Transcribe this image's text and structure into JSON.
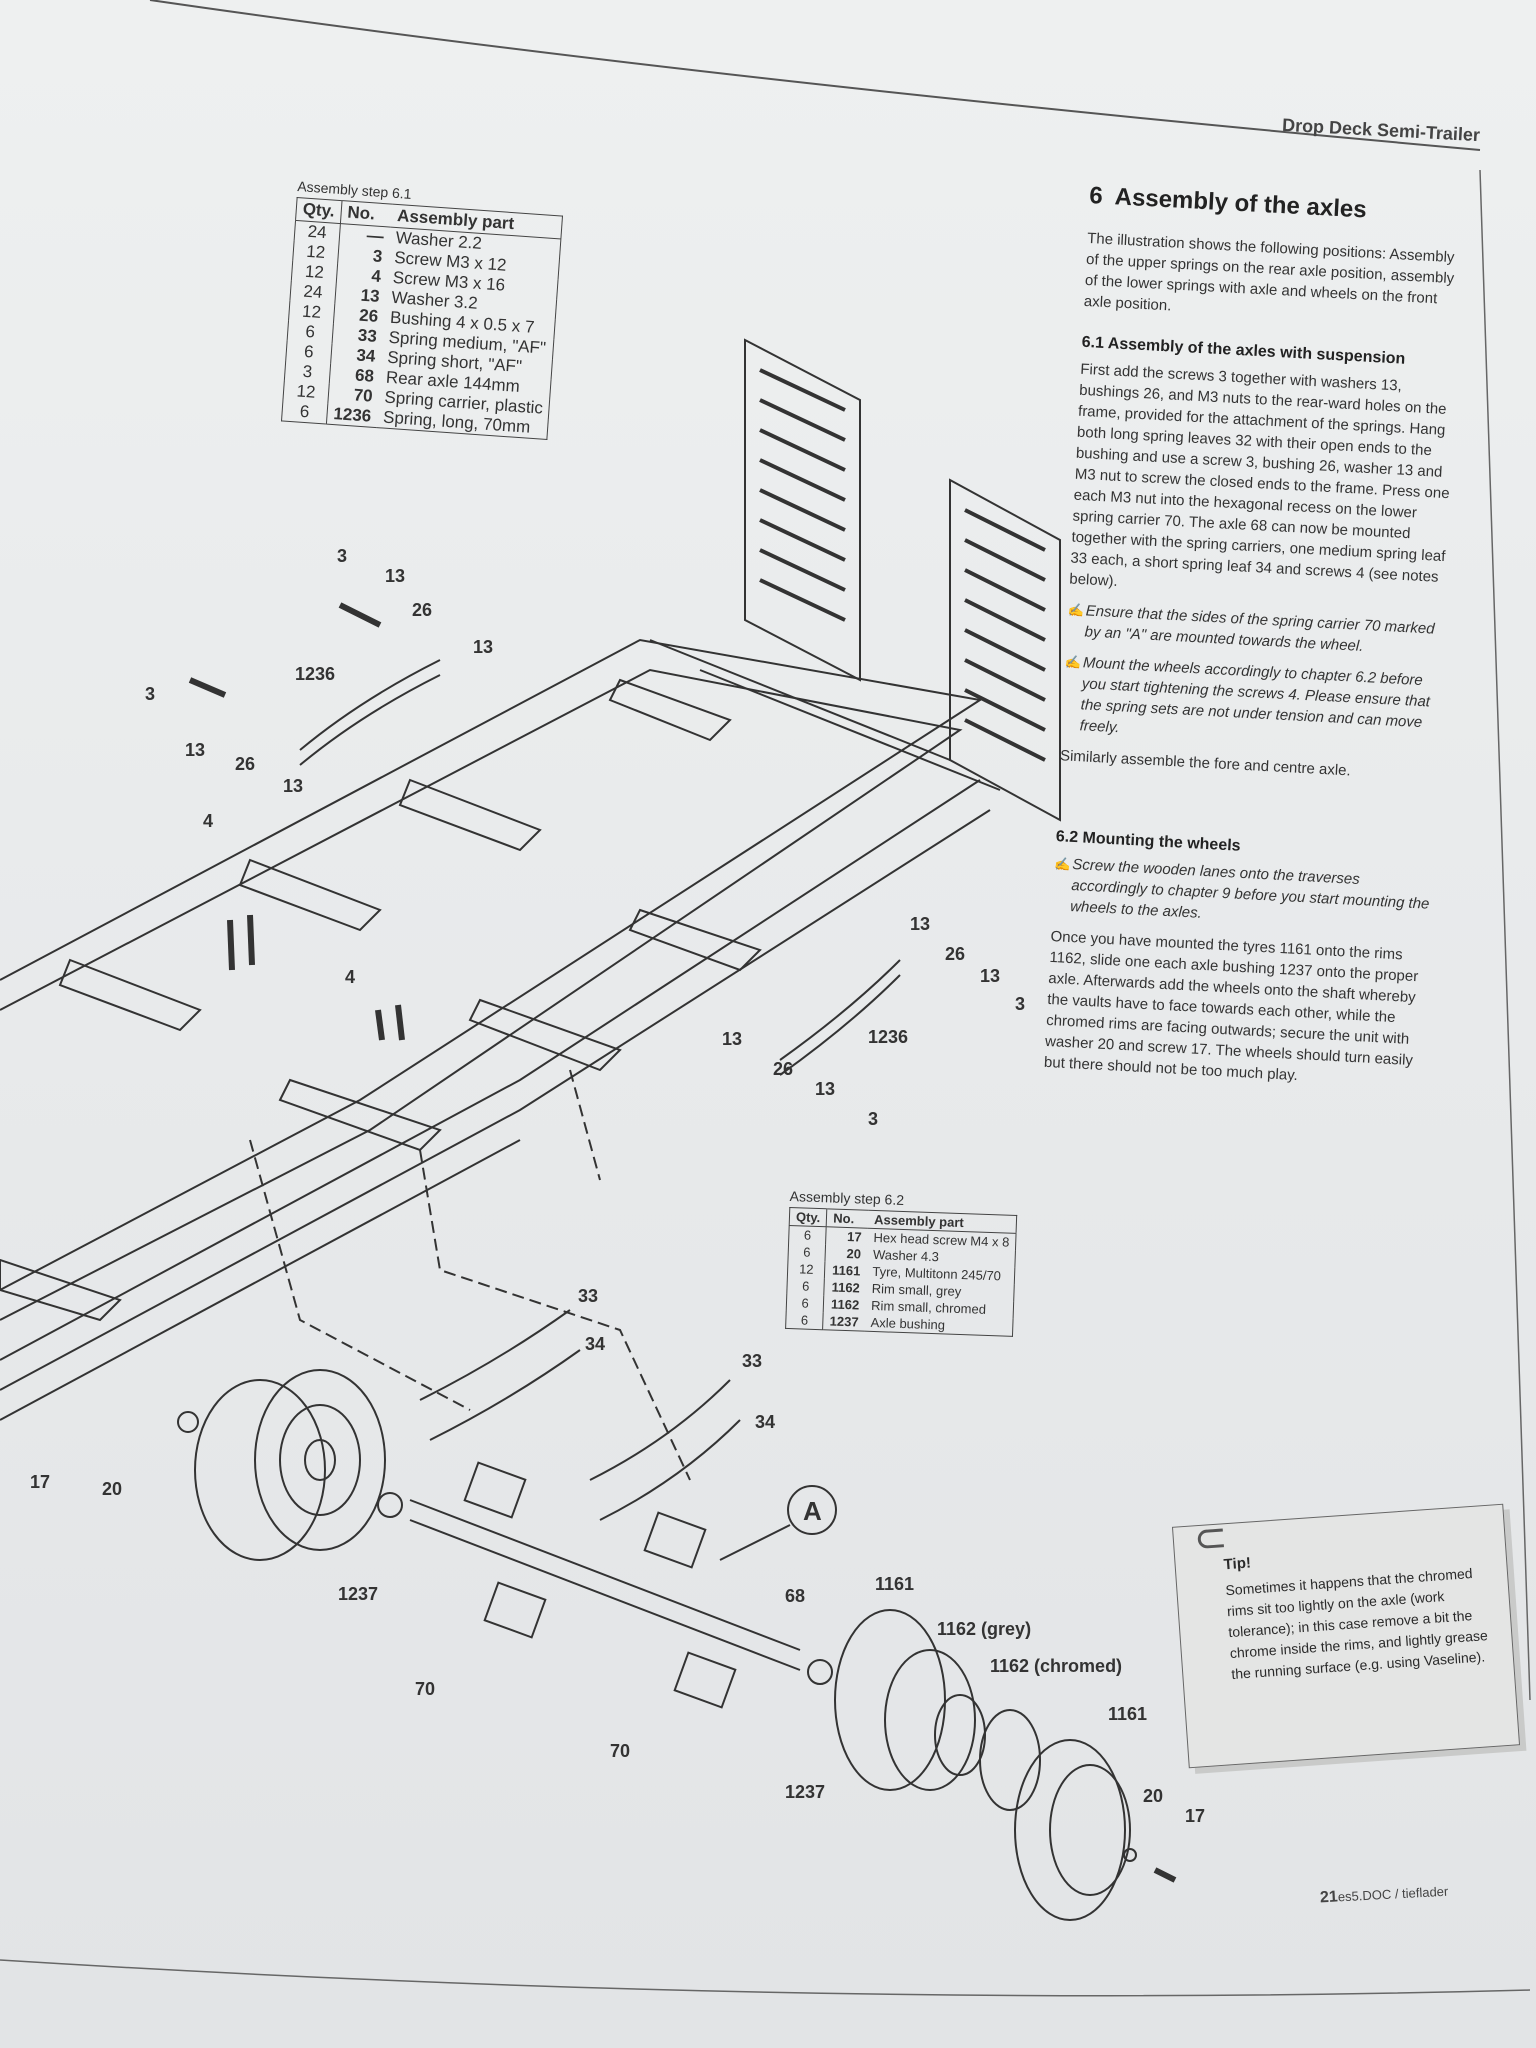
{
  "header": {
    "title": "Drop Deck Semi-Trailer"
  },
  "section": {
    "number": "6",
    "title": "Assembly of the axles",
    "intro": "The illustration shows the following positions: Assembly of the upper springs on the rear axle position, assembly of the lower springs with axle and wheels on the front axle position."
  },
  "sub61": {
    "number": "6.1",
    "title": "Assembly of the axles with suspension",
    "body": "First add the screws 3 together with washers 13, bushings 26, and M3 nuts to the rear-ward holes on the frame, provided for the attachment of the springs. Hang both long spring leaves 32 with their open ends to the bushing and use a screw 3, bushing 26, washer 13 and M3 nut to screw the closed ends to the frame. Press one each M3 nut into the hexagonal recess on the lower spring carrier 70. The axle 68 can now be mounted together with the spring carriers, one medium spring leaf 33 each, a short spring leaf 34 and screws 4 (see notes below).",
    "note1": "Ensure that the sides of the spring carrier 70 marked by an \"A\" are mounted towards the wheel.",
    "note2": "Mount the wheels accordingly to chapter 6.2 before you start tightening the screws 4. Please ensure that the spring sets are not under tension and can move freely.",
    "closing": "Similarly assemble the fore and centre axle."
  },
  "sub62": {
    "number": "6.2",
    "title": "Mounting the wheels",
    "note": "Screw the wooden lanes onto the traverses accordingly to chapter 9 before you start mounting the wheels to the axles.",
    "body": "Once you have mounted the tyres 1161 onto the rims 1162, slide one each axle bushing 1237 onto the proper axle. Afterwards add the wheels onto the shaft whereby the vaults have to face towards each other, while the chromed rims are facing outwards; secure the unit with washer 20 and screw 17. The wheels should turn easily but there should not be too much play."
  },
  "table1": {
    "caption": "Assembly step 6.1",
    "headers": [
      "Qty.",
      "No.",
      "Assembly part"
    ],
    "rows": [
      [
        "24",
        "—",
        "Washer 2.2"
      ],
      [
        "12",
        "3",
        "Screw M3 x 12"
      ],
      [
        "12",
        "4",
        "Screw M3 x 16"
      ],
      [
        "24",
        "13",
        "Washer 3.2"
      ],
      [
        "12",
        "26",
        "Bushing 4 x 0.5 x 7"
      ],
      [
        "6",
        "33",
        "Spring medium, \"AF\""
      ],
      [
        "6",
        "34",
        "Spring short, \"AF\""
      ],
      [
        "3",
        "68",
        "Rear axle 144mm"
      ],
      [
        "12",
        "70",
        "Spring carrier, plastic"
      ],
      [
        "6",
        "1236",
        "Spring, long, 70mm"
      ]
    ]
  },
  "table2": {
    "caption": "Assembly step 6.2",
    "headers": [
      "Qty.",
      "No.",
      "Assembly part"
    ],
    "rows": [
      [
        "6",
        "17",
        "Hex head screw M4 x 8"
      ],
      [
        "6",
        "20",
        "Washer 4.3"
      ],
      [
        "12",
        "1161",
        "Tyre, Multitonn 245/70"
      ],
      [
        "6",
        "1162",
        "Rim small, grey"
      ],
      [
        "6",
        "1162",
        "Rim small, chromed"
      ],
      [
        "6",
        "1237",
        "Axle bushing"
      ]
    ]
  },
  "tip": {
    "title": "Tip!",
    "body": "Sometimes it happens that the chromed rims sit too lightly on the axle (work tolerance); in this case remove a bit the chrome inside the rims, and lightly grease the running surface (e.g. using Vaseline)."
  },
  "footer": {
    "page": "21",
    "file": "es5.DOC / tieflader"
  },
  "diagram": {
    "labels": [
      "3",
      "13",
      "26",
      "13",
      "1236",
      "3",
      "13",
      "26",
      "13",
      "4",
      "4",
      "13",
      "26",
      "13",
      "3",
      "13",
      "1236",
      "26",
      "13",
      "3",
      "33",
      "34",
      "33",
      "34",
      "17",
      "20",
      "1237",
      "A",
      "68",
      "1161",
      "1162 (grey)",
      "1162 (chromed)",
      "1161",
      "20",
      "17",
      "70",
      "70",
      "1237"
    ]
  }
}
